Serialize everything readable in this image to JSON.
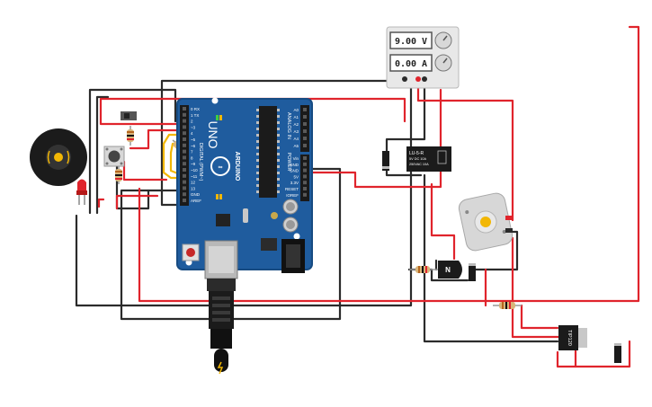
{
  "power_supply": {
    "voltage": "9.00 V",
    "current": "0.00 A"
  },
  "arduino": {
    "brand": "ARDUINO",
    "model": "UNO",
    "digital_header": "DIGITAL (PWM~)",
    "analog_header": "ANALOG IN",
    "power_header": "POWER",
    "digital_pins": [
      "0 RX",
      "1 TX",
      "2",
      "~3",
      "4",
      "~5",
      "~6",
      "7",
      "8",
      "~9",
      "~10",
      "~11",
      "12",
      "13",
      "GND",
      "AREF"
    ],
    "analog_pins": [
      "A0",
      "A1",
      "A2",
      "A3",
      "A4",
      "A5"
    ],
    "power_pins": [
      "Vin",
      "GND",
      "GND",
      "5V",
      "3.3V",
      "RESET",
      "IOREF"
    ]
  },
  "relay": {
    "lines": [
      "LU-5-R",
      "5V DC 10A",
      "250VAC 10A"
    ]
  },
  "transistor": {
    "label": "N"
  },
  "darlington": {
    "label": "TIP120"
  },
  "colors": {
    "red_wire": "#e0242c",
    "black_wire": "#2b2b2b",
    "board": "#1f5c9e",
    "accent": "#f2b705"
  }
}
